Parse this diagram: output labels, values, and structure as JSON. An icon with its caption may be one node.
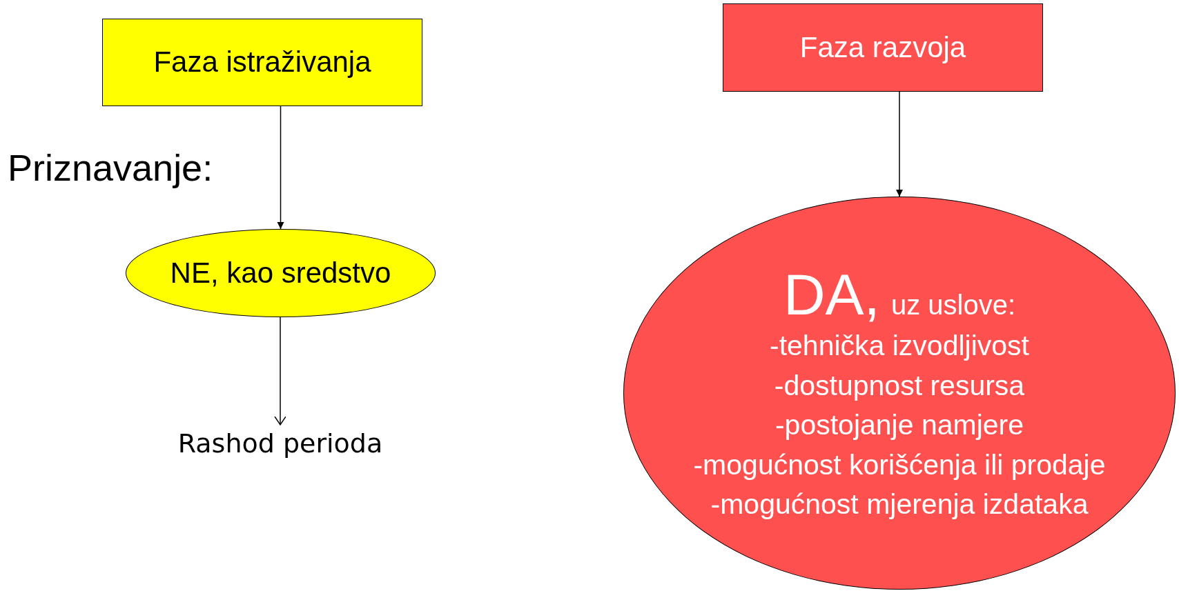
{
  "diagram": {
    "nodes": [
      {
        "text": [
          "Faza istraživanja"
        ]
      },
      {
        "text": [
          "NE, kao sredstvo"
        ]
      },
      {
        "text": [
          "Rashod perioda"
        ]
      },
      {
        "text": [
          "Faza razvoja"
        ]
      },
      {
        "text": [
          "DA,",
          "uz uslove:",
          "-tehnička izvodljivost",
          "-dostupnost resursa",
          "-postojanje namjere",
          "-mogućnost korišćenja ili prodaje",
          "-mogućnost mjerenja izdataka"
        ]
      }
    ],
    "edges": [
      {
        "from": 0,
        "to": 1,
        "arrow": "to"
      },
      {
        "from": 1,
        "to": 2,
        "arrow": "to"
      },
      {
        "from": 3,
        "to": 4,
        "arrow": "to"
      }
    ],
    "labels": [
      "Priznavanje:"
    ]
  }
}
